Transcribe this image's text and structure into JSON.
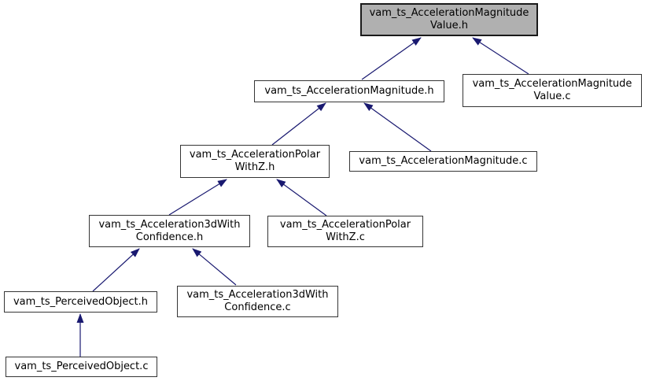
{
  "diagram": {
    "type": "include-dependency-graph",
    "colors": {
      "edge": "#191970",
      "node_border": "#353535",
      "node_fill": "#ffffff",
      "highlight_fill": "#b0b0b0",
      "text": "#000000",
      "background": "#ffffff"
    },
    "nodes": {
      "acceleration_magnitude_value_h": {
        "label": [
          "vam_ts_AccelerationMagnitude",
          "Value.h"
        ],
        "highlighted": true
      },
      "acceleration_magnitude_h": {
        "label": [
          "vam_ts_AccelerationMagnitude.h"
        ],
        "highlighted": false
      },
      "acceleration_magnitude_value_c": {
        "label": [
          "vam_ts_AccelerationMagnitude",
          "Value.c"
        ],
        "highlighted": false
      },
      "acceleration_polar_with_z_h": {
        "label": [
          "vam_ts_AccelerationPolar",
          "WithZ.h"
        ],
        "highlighted": false
      },
      "acceleration_magnitude_c": {
        "label": [
          "vam_ts_AccelerationMagnitude.c"
        ],
        "highlighted": false
      },
      "acceleration_3d_with_confidence_h": {
        "label": [
          "vam_ts_Acceleration3dWith",
          "Confidence.h"
        ],
        "highlighted": false
      },
      "acceleration_polar_with_z_c": {
        "label": [
          "vam_ts_AccelerationPolar",
          "WithZ.c"
        ],
        "highlighted": false
      },
      "perceived_object_h": {
        "label": [
          "vam_ts_PerceivedObject.h"
        ],
        "highlighted": false
      },
      "acceleration_3d_with_confidence_c": {
        "label": [
          "vam_ts_Acceleration3dWith",
          "Confidence.c"
        ],
        "highlighted": false
      },
      "perceived_object_c": {
        "label": [
          "vam_ts_PerceivedObject.c"
        ],
        "highlighted": false
      }
    },
    "edges": [
      {
        "from": "vam_ts_AccelerationMagnitude.h",
        "to": "vam_ts_AccelerationMagnitudeValue.h"
      },
      {
        "from": "vam_ts_AccelerationMagnitudeValue.c",
        "to": "vam_ts_AccelerationMagnitudeValue.h"
      },
      {
        "from": "vam_ts_AccelerationPolarWithZ.h",
        "to": "vam_ts_AccelerationMagnitude.h"
      },
      {
        "from": "vam_ts_AccelerationMagnitude.c",
        "to": "vam_ts_AccelerationMagnitude.h"
      },
      {
        "from": "vam_ts_Acceleration3dWithConfidence.h",
        "to": "vam_ts_AccelerationPolarWithZ.h"
      },
      {
        "from": "vam_ts_AccelerationPolarWithZ.c",
        "to": "vam_ts_AccelerationPolarWithZ.h"
      },
      {
        "from": "vam_ts_PerceivedObject.h",
        "to": "vam_ts_Acceleration3dWithConfidence.h"
      },
      {
        "from": "vam_ts_Acceleration3dWithConfidence.c",
        "to": "vam_ts_Acceleration3dWithConfidence.h"
      },
      {
        "from": "vam_ts_PerceivedObject.c",
        "to": "vam_ts_PerceivedObject.h"
      }
    ]
  }
}
